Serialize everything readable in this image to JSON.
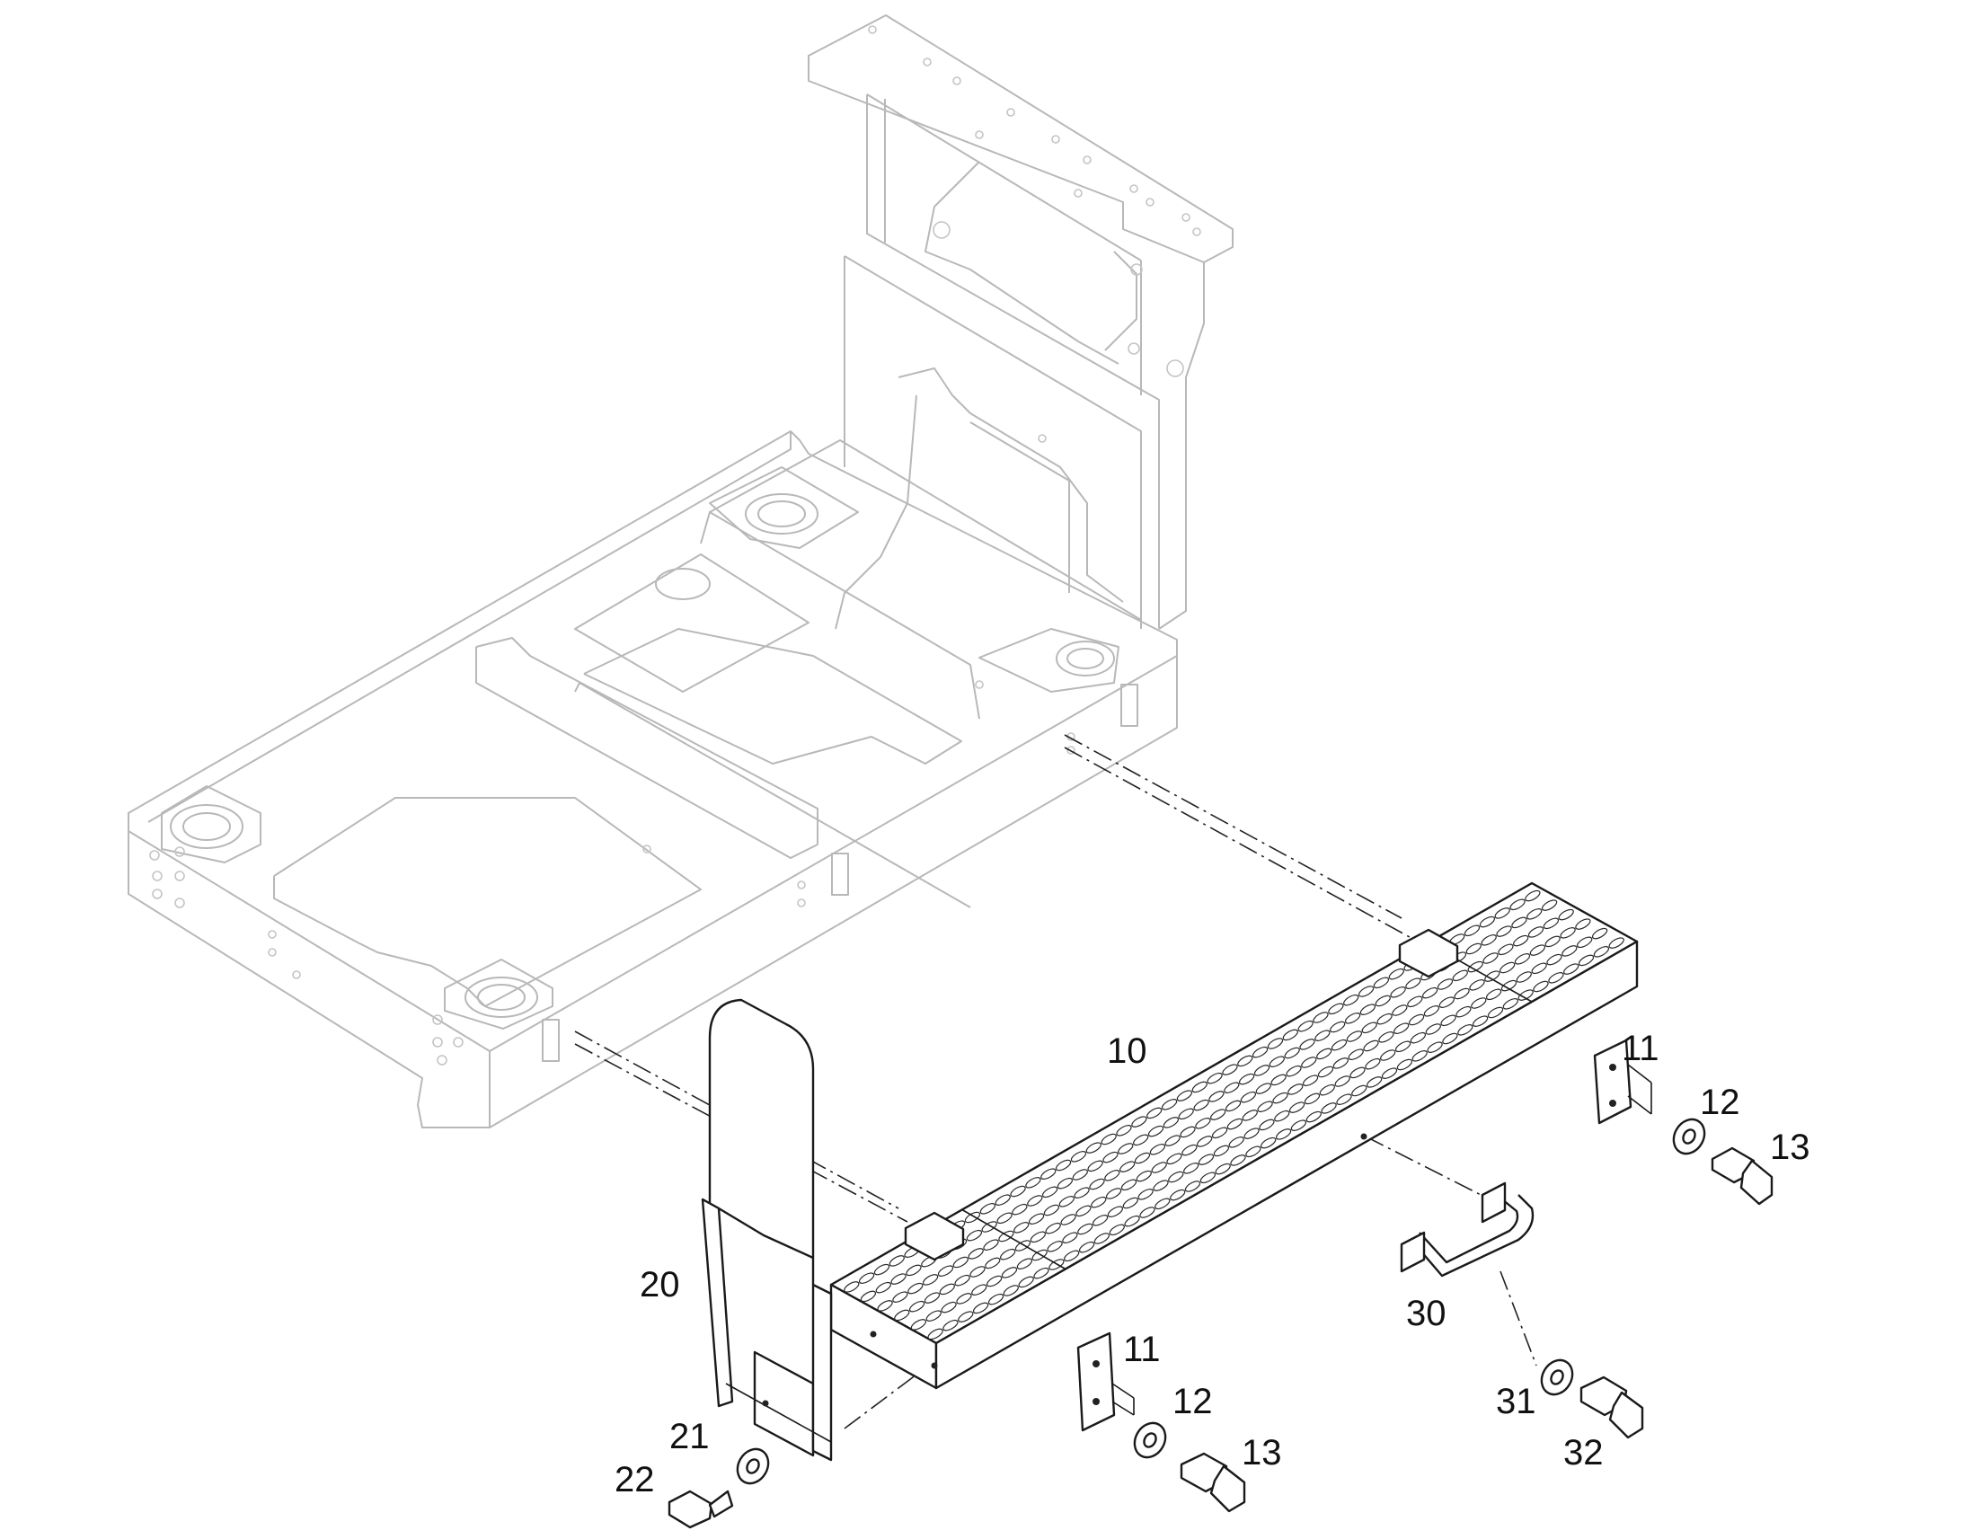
{
  "callouts": {
    "step_assembly": "10",
    "bracket_right": "11",
    "washer_right": "12",
    "bolt_right": "13",
    "bracket_center": "11",
    "washer_center": "12",
    "bolt_center": "13",
    "handrail": "20",
    "handrail_washer": "21",
    "handrail_bolt": "22",
    "grab_handle": "30",
    "handle_washer": "31",
    "handle_bolt": "32"
  }
}
